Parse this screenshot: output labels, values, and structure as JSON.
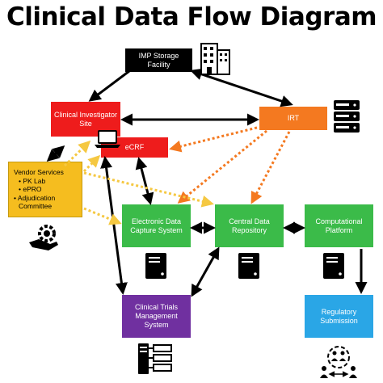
{
  "title": "Clinical Data Flow Diagram",
  "nodes": {
    "imp": "IMP Storage Facility",
    "site": "Clinical Investigator Site",
    "irt": "IRT",
    "ecrf": "eCRF",
    "vendor_title": "Vendor Services",
    "vendor_items": [
      "• PK Lab",
      "• ePRO",
      "• Adjudication",
      "Committee"
    ],
    "edc": "Electronic Data Capture System",
    "cdr": "Central Data Repository",
    "comp": "Computational Platform",
    "ctms": "Clinical Trials Management System",
    "reg": "Regulatory Submission"
  },
  "colors": {
    "red": "#ee1c1c",
    "orange": "#f47920",
    "yellow": "#f5bd1f",
    "green": "#3bbb49",
    "purple": "#7030a0",
    "blue": "#2aa6e6",
    "black": "#000000",
    "dotted_arrow": "#f47920",
    "dotted_yellow": "#f5c842"
  },
  "icons": [
    "building-icon",
    "server-rack-icon",
    "laptop-icon",
    "gear-hand-icon",
    "server-tower-icon",
    "server-tower-icon",
    "server-tower-icon",
    "server-network-icon",
    "people-exchange-icon"
  ]
}
